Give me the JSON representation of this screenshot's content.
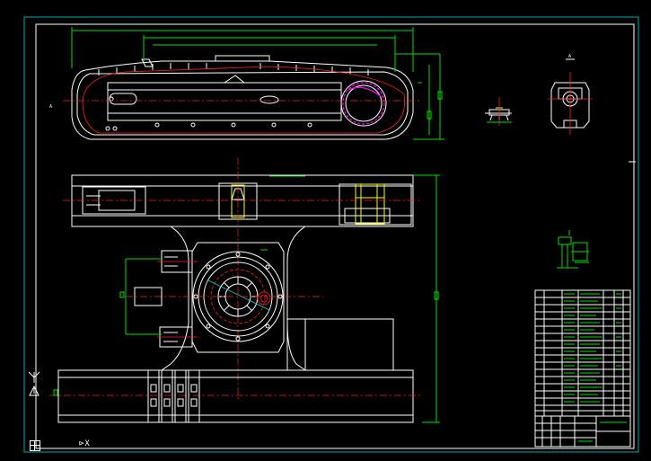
{
  "drawing": {
    "background": "#000000",
    "colors": {
      "outline": "#ffffff",
      "centerline": "#ff2020",
      "border": "#00d8d8",
      "dimension": "#00e000",
      "highlight": "#ffff00",
      "accent": "#ff00ff"
    },
    "view_marker_left": "A",
    "section_marker_right": "A"
  },
  "ui": {
    "ucs_icon": "ucs-axis-icon",
    "grid_icon": "grid-icon",
    "nav_icon": "pan-arrow-icon",
    "nav_text": "⊳X"
  }
}
